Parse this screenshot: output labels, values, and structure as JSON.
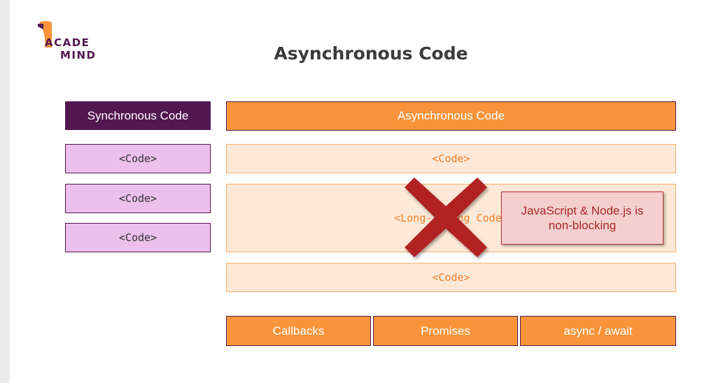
{
  "logo": {
    "line1": "ACADE",
    "line2": "MIND"
  },
  "title": "Asynchronous Code",
  "sync": {
    "header": "Synchronous Code",
    "items": [
      "<Code>",
      "<Code>",
      "<Code>"
    ]
  },
  "async": {
    "header": "Asynchronous Code",
    "items": [
      "<Code>",
      "<Long-Taking Code>",
      "<Code>"
    ]
  },
  "note": {
    "line1": "JavaScript & Node.js is",
    "line2": "non-blocking"
  },
  "buttons": [
    "Callbacks",
    "Promises",
    "async / await"
  ],
  "colors": {
    "brand_purple": "#521751",
    "orange": "#fa943a",
    "light_purple": "#ecc0ec",
    "light_orange": "#fee9d8",
    "cross_red": "#b32424"
  },
  "icons": {
    "cross": "cross-icon",
    "logo": "academind-logo"
  }
}
